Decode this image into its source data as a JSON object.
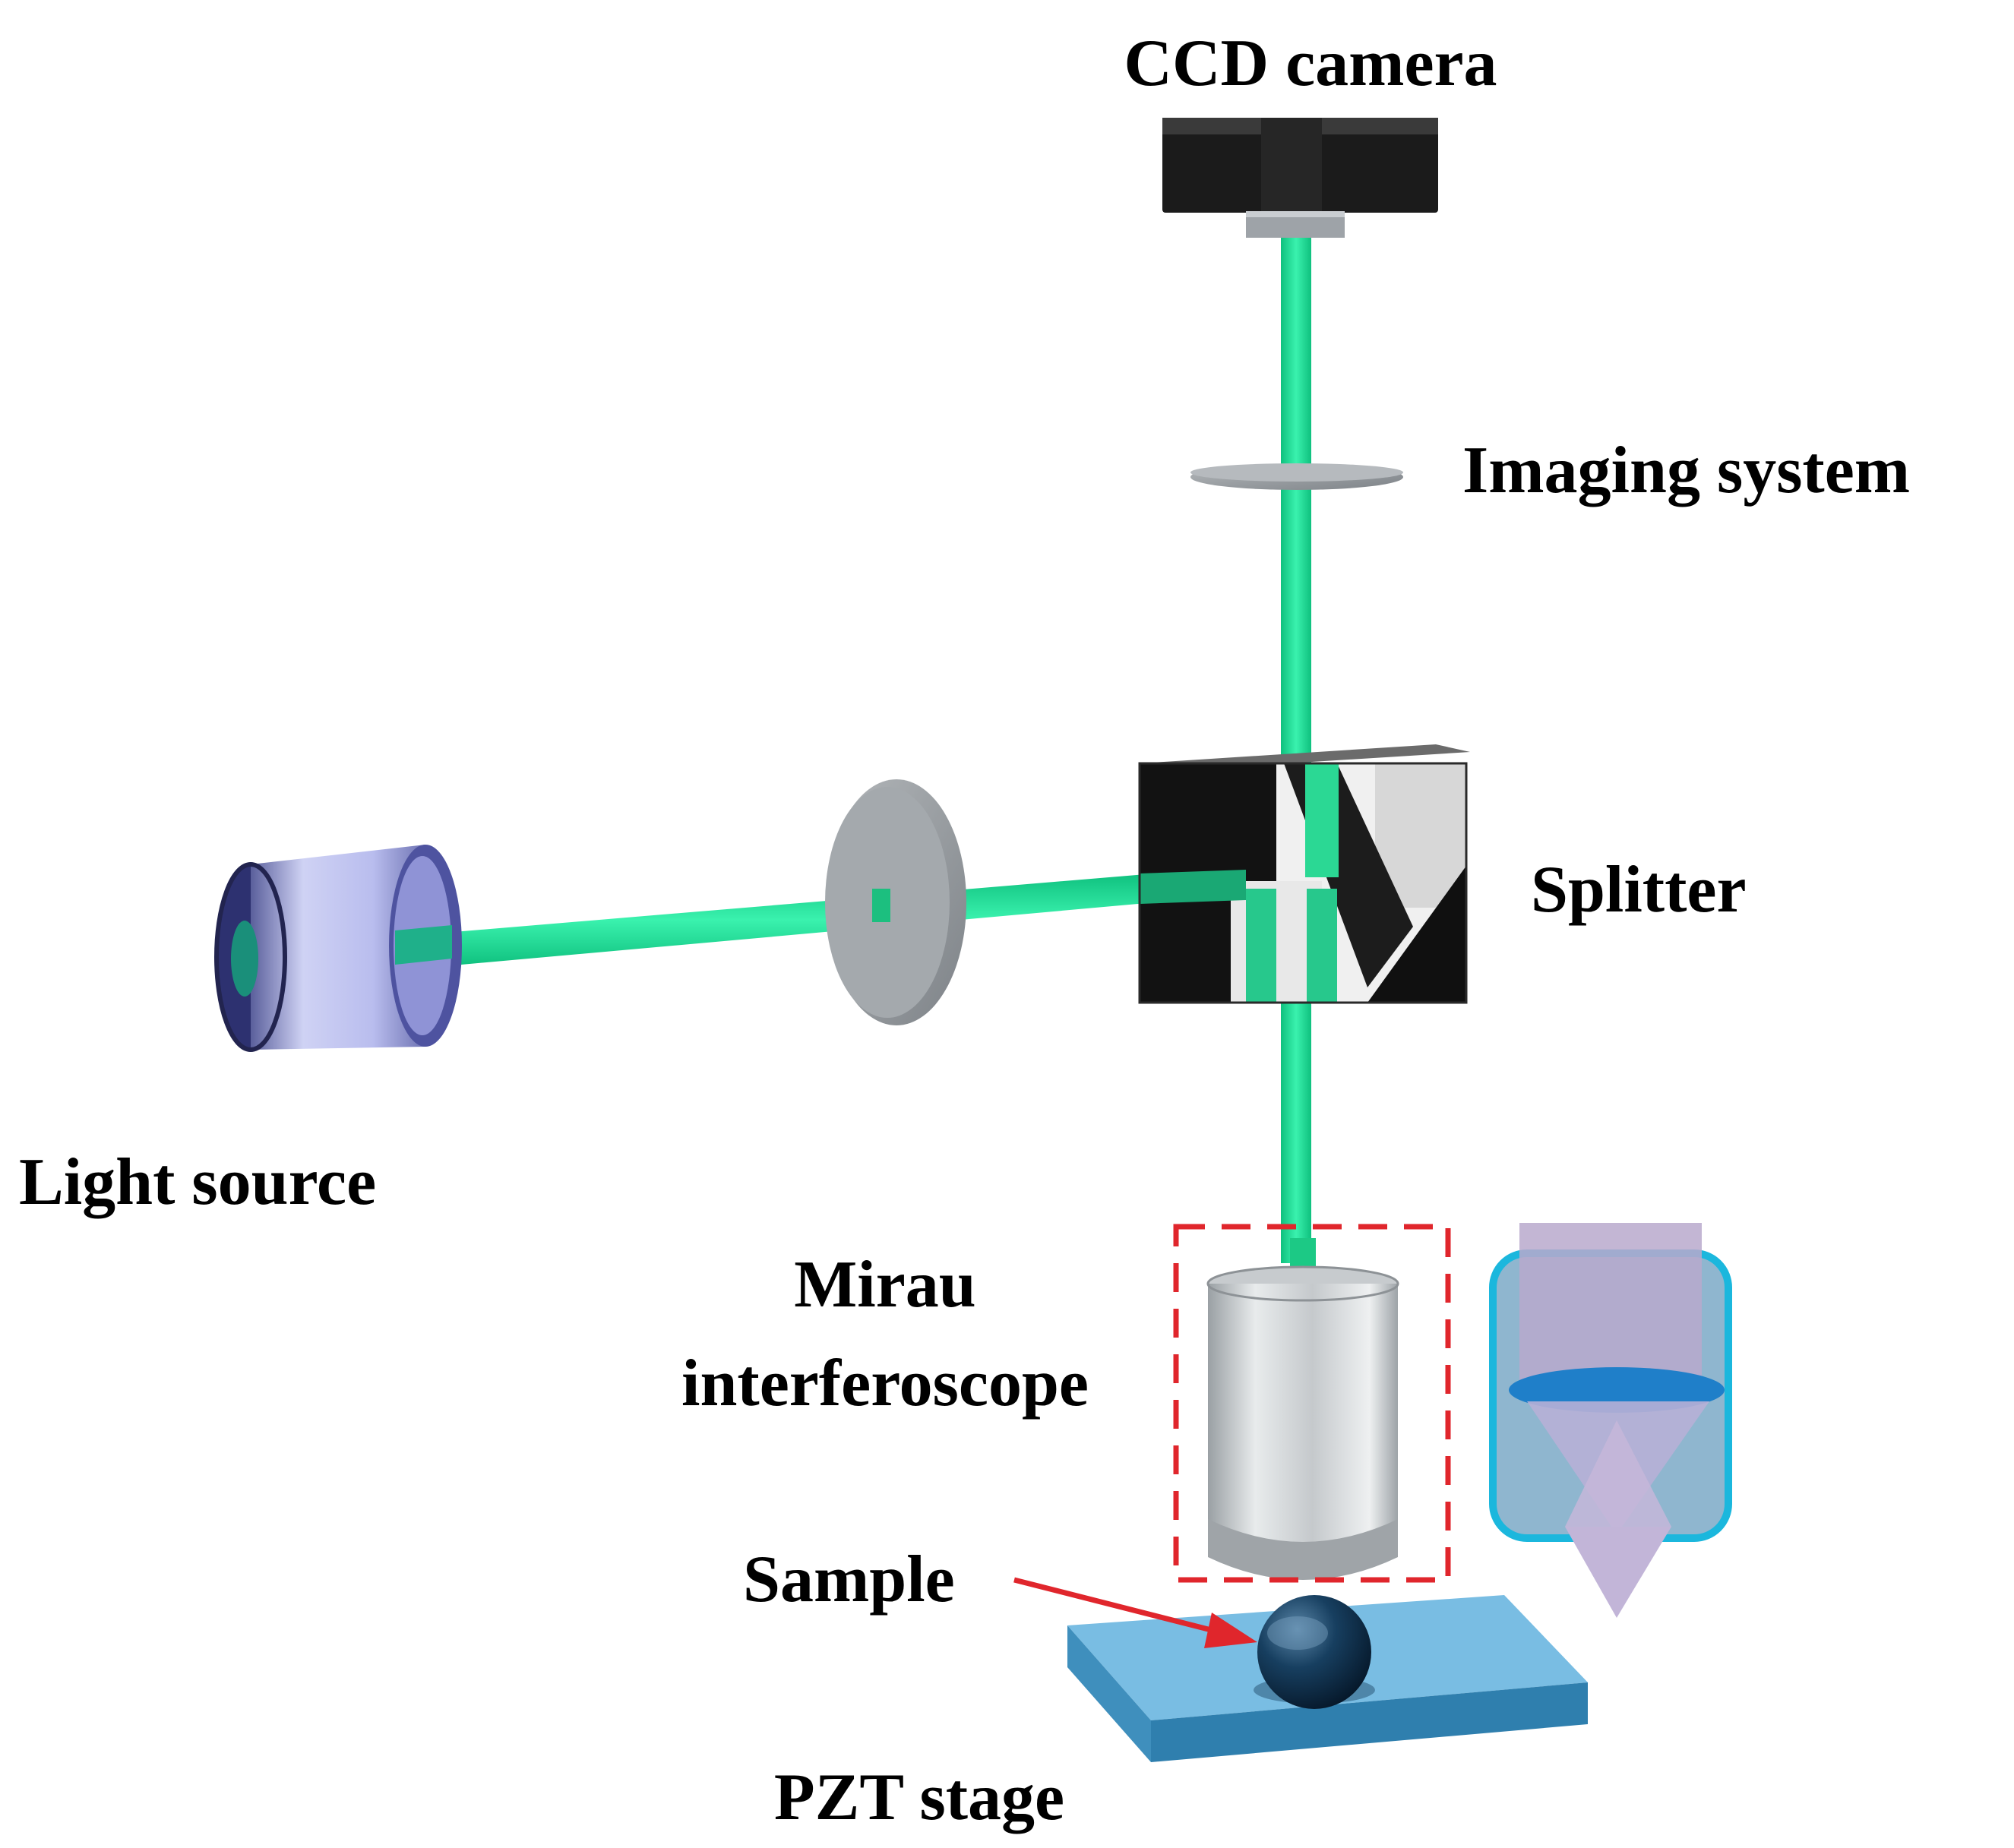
{
  "labels": {
    "ccd_camera": "CCD camera",
    "imaging_system": "Imaging system",
    "splitter": "Splitter",
    "light_source": "Light source",
    "mirau_line1": "Mirau",
    "mirau_line2": "interferoscope",
    "sample": "Sample",
    "pzt_stage": "PZT stage"
  },
  "colors": {
    "beam": "#1fe39a",
    "beam_edge": "#12b676",
    "camera_body": "#1b1b1b",
    "lens_gray": "#8f959b",
    "stage_top": "#79bde3",
    "stage_side": "#3f8fbd",
    "sample_ball": "#0f2f4a",
    "dashed_box": "#e0262c",
    "arrow": "#e0262c",
    "inset_frame": "#1bb7dd",
    "inset_fill": "#8fb6cf"
  }
}
